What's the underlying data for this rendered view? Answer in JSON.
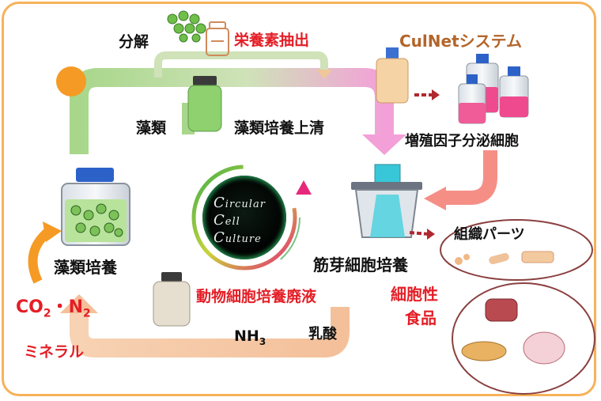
{
  "labels": {
    "decompose": "分解",
    "nutrient_extract": "栄養素抽出",
    "culnet_system": "CulNetシステム",
    "algae": "藻類",
    "algae_supernatant": "藻類培養上清",
    "growth_factor_cells": "増殖因子分泌細胞",
    "algae_culture": "藻類培養",
    "muscle_culture": "筋芽細胞培養",
    "tissue_parts": "組織パーツ",
    "animal_waste": "動物細胞培養廃液",
    "cell_food_line1": "細胞性",
    "cell_food_line2": "食品",
    "nh3_base": "NH",
    "nh3_sub": "3",
    "lactic_acid": "乳酸",
    "co2_base": "CO",
    "co2_sub": "2",
    "dot": "・",
    "n2_base": "N",
    "n2_sub": "2",
    "minerals": "ミネラル"
  },
  "logo": {
    "line1": "Circular",
    "line2": "Cell",
    "line3": "Culture"
  },
  "colors": {
    "frame": "#f6b25a",
    "red_text": "#e41e26",
    "brown_text": "#b3652a",
    "green_arrow": "#a9d68a",
    "pink_arrow": "#f39bd6",
    "salmon_arrow": "#f58f86",
    "peach_arrow": "#f6c9a6",
    "orange_sun": "#f59a25"
  }
}
